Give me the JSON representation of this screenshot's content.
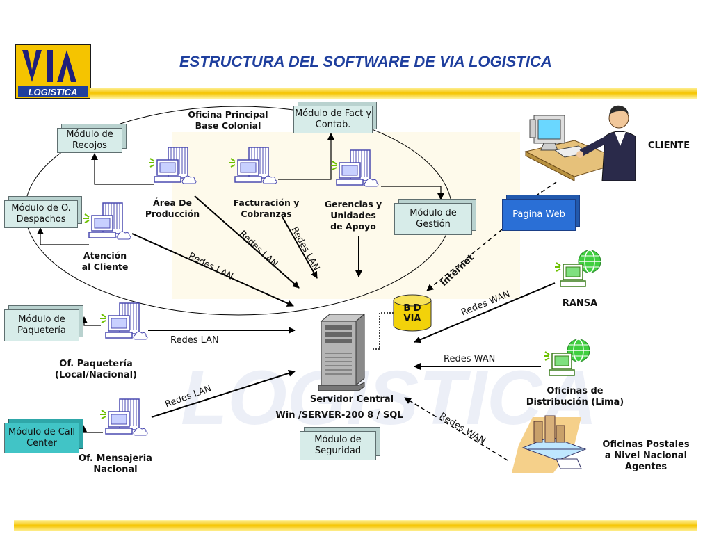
{
  "title": "ESTRUCTURA DEL SOFTWARE DE VIA LOGISTICA",
  "logo": {
    "mark": "VIA",
    "word": "LOGISTICA"
  },
  "watermark": "LOGISTICA",
  "modules": {
    "recojos": "Módulo de Recojos",
    "fact_contab": "Módulo de Fact y Contab.",
    "despachos": "Módulo de O. Despachos",
    "gestion": "Módulo de Gestión",
    "paqueteria": "Módulo de Paquetería",
    "call_center": "Módulo de Call Center",
    "seguridad": "Módulo de Seguridad",
    "pagina_web": "Pagina Web"
  },
  "labels": {
    "oficina_principal": "Oficina Principal\nBase Colonial",
    "area_produccion": "Área De\nProducción",
    "facturacion": "Facturación y\nCobranzas",
    "gerencias": "Gerencias y\nUnidades\nde Apoyo",
    "atencion": "Atención\nal Cliente",
    "of_paqueteria": "Of. Paquetería\n(Local/Nacional)",
    "of_mensajeria": "Of. Mensajeria\nNacional",
    "servidor": "Servidor Central",
    "win_server": "Win /SERVER-200 8 / SQL",
    "cliente": "CLIENTE",
    "ransa": "RANSA",
    "oficinas_distribucion": "Oficinas de\nDistribución (Lima)",
    "oficinas_postales": "Oficinas Postales\na Nivel Nacional\nAgentes",
    "bd": "B D\nVIA"
  },
  "connections": {
    "redes_lan": "Redes LAN",
    "redes_wan": "Redes WAN",
    "internet": "Internet"
  },
  "colors": {
    "title": "#1f3f9e",
    "gold_bar": "#f5c400",
    "box_fill": "#d7ece9",
    "teal_box": "#41c4c6",
    "web_box": "#2a6fd6",
    "db_fill": "#f2d20a"
  }
}
